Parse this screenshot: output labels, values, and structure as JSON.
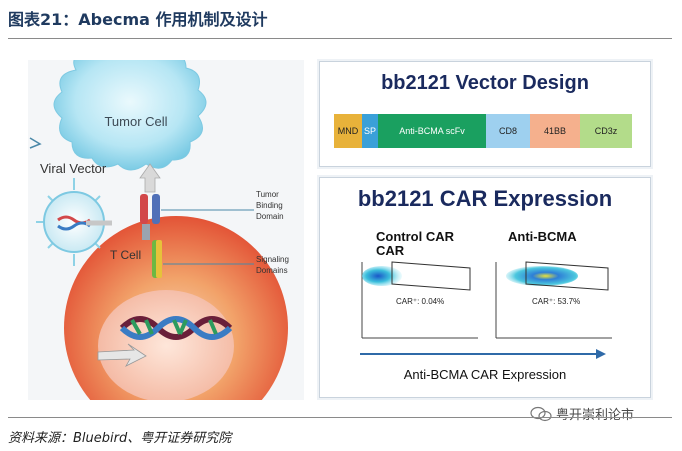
{
  "title": "图表21：Abecma 作用机制及设计",
  "source": "资料来源：Bluebird、粤开证券研究院",
  "watermark": "粤开崇利论市",
  "left_panel": {
    "tumor_cell": "Tumor Cell",
    "viral_vector": "Viral Vector",
    "t_cell": "T Cell",
    "tumor_binding_domain": [
      "Tumor",
      "Binding",
      "Domain"
    ],
    "signaling_domains": [
      "Signaling",
      "Domains"
    ]
  },
  "vector_design": {
    "title": "bb2121 Vector Design",
    "segments": [
      {
        "label": "MND",
        "color": "#e8b23a"
      },
      {
        "label": "SP",
        "color": "#3aa0d8"
      },
      {
        "label": "Anti-BCMA scFv",
        "color": "#1aa060"
      },
      {
        "label": "CD8",
        "color": "#9ed0ef"
      },
      {
        "label": "41BB",
        "color": "#f5b08d"
      },
      {
        "label": "CD3z",
        "color": "#b3dc8a"
      }
    ]
  },
  "car_expression": {
    "title": "bb2121 CAR Expression",
    "control_label_1": "Control CAR",
    "control_label_2": "CAR",
    "anti_label": "Anti-BCMA",
    "control_value": "CAR⁺: 0.04%",
    "anti_value": "CAR⁺: 53.7%",
    "x_axis_label": "Anti-BCMA CAR Expression"
  }
}
